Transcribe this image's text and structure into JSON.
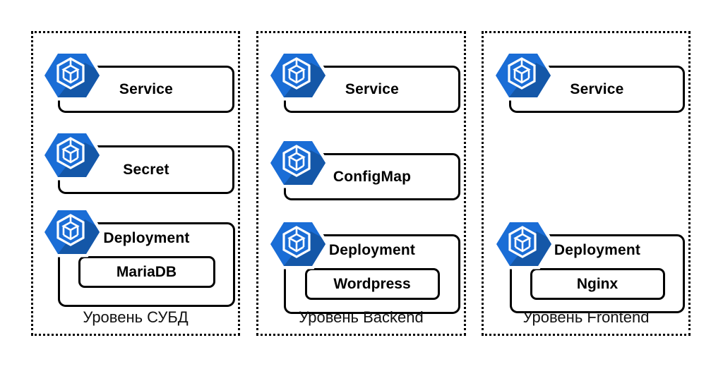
{
  "diagram": {
    "tiers": [
      {
        "caption": "Уровень СУБД",
        "items": [
          {
            "label": "Service"
          },
          {
            "label": "Secret"
          },
          {
            "label": "Deployment",
            "child": "MariaDB"
          }
        ]
      },
      {
        "caption": "Уровень Backend",
        "items": [
          {
            "label": "Service"
          },
          {
            "label": "ConfigMap"
          },
          {
            "label": "Deployment",
            "child": "Wordpress"
          }
        ]
      },
      {
        "caption": "Уровень Frontend",
        "items": [
          {
            "label": "Service"
          },
          {
            "label": "Deployment",
            "child": "Nginx"
          }
        ]
      }
    ],
    "icon": {
      "name": "kubernetes-icon"
    },
    "colors": {
      "icon_blue": "#1a6dd6",
      "icon_shadow": "#1457a8",
      "icon_glyph": "#ffffff",
      "border": "#000000",
      "background": "#ffffff"
    }
  }
}
